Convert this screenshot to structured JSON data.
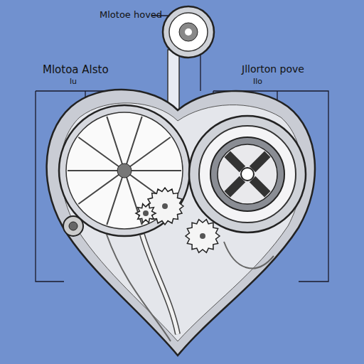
{
  "diagram": {
    "labels": [
      "Mlotoe hoved",
      "Mlotoa Alsto",
      "lu",
      "Jllorton pove",
      "Ilo"
    ]
  }
}
